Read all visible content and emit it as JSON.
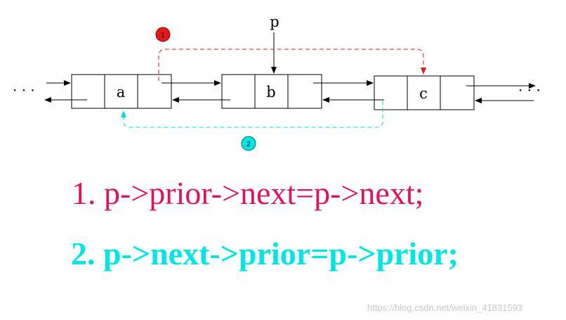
{
  "pointer_label": "p",
  "ellipsis": "· · ·",
  "nodes": [
    {
      "value": "a"
    },
    {
      "value": "b"
    },
    {
      "value": "c"
    }
  ],
  "steps": [
    {
      "marker": "1",
      "color": "#e0115f",
      "marker_color": "#e31a1a",
      "arrow_color": "#e31a1a",
      "code": "1. p->prior->next=p->next;"
    },
    {
      "marker": "2",
      "color": "#00e5e5",
      "marker_color": "#00e5e5",
      "arrow_color": "#00dede",
      "code": "2. p->next->prior=p->prior;"
    }
  ],
  "watermark": "https://blog.csdn.net/weixin_41831593"
}
